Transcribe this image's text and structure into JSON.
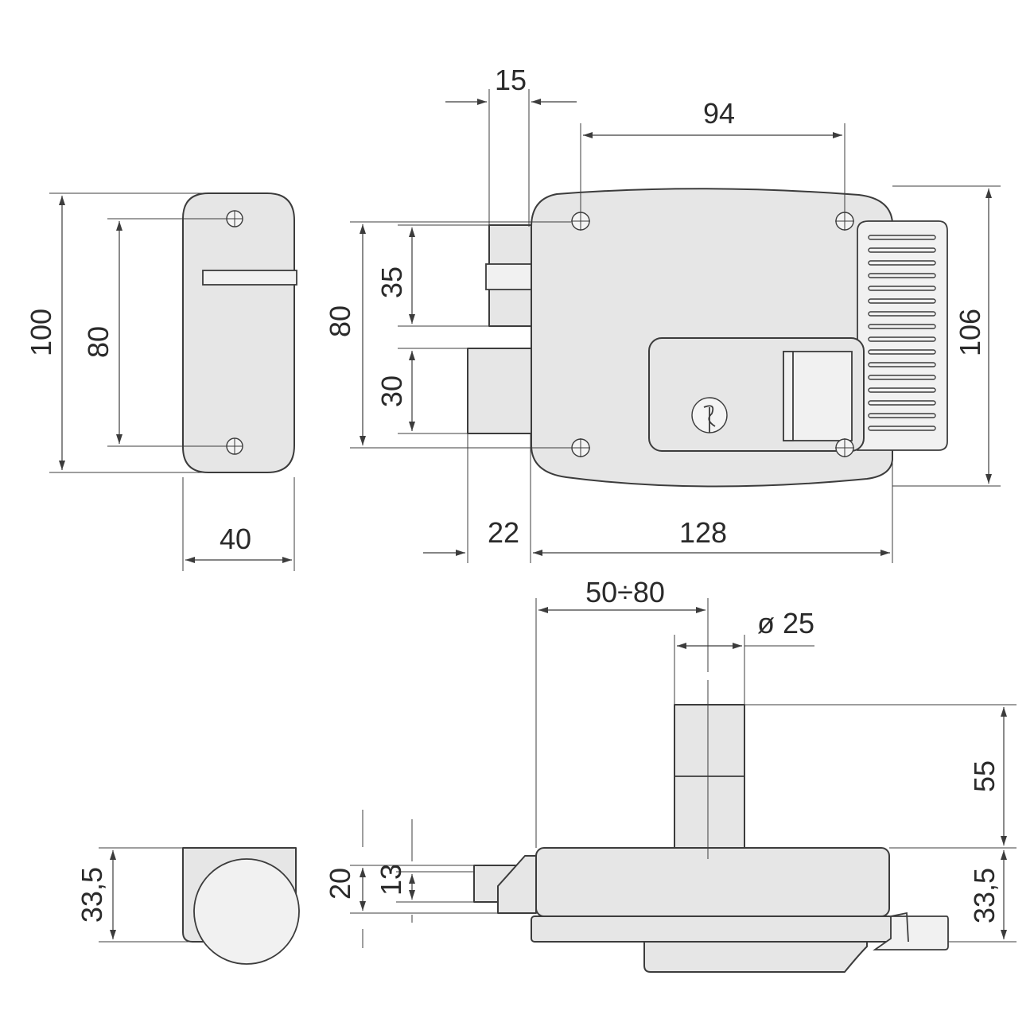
{
  "dimensions": {
    "strike_height": "100",
    "strike_hole_spacing": "80",
    "strike_width": "40",
    "latch_width": "15",
    "hole_spacing_horizontal": "94",
    "hole_spacing_vertical": "80",
    "latch_height": "35",
    "bolt_height": "30",
    "lock_height": "106",
    "bolt_throw": "22",
    "lock_length": "128",
    "backset": "50÷80",
    "cylinder_diameter": "ø 25",
    "cylinder_length": "55",
    "strike_depth": "33,5",
    "bolt_section_outer": "20",
    "bolt_section_inner": "13",
    "lock_depth": "33,5"
  },
  "colors": {
    "body_fill": "#e6e6e6",
    "line": "#3c3c3c"
  }
}
